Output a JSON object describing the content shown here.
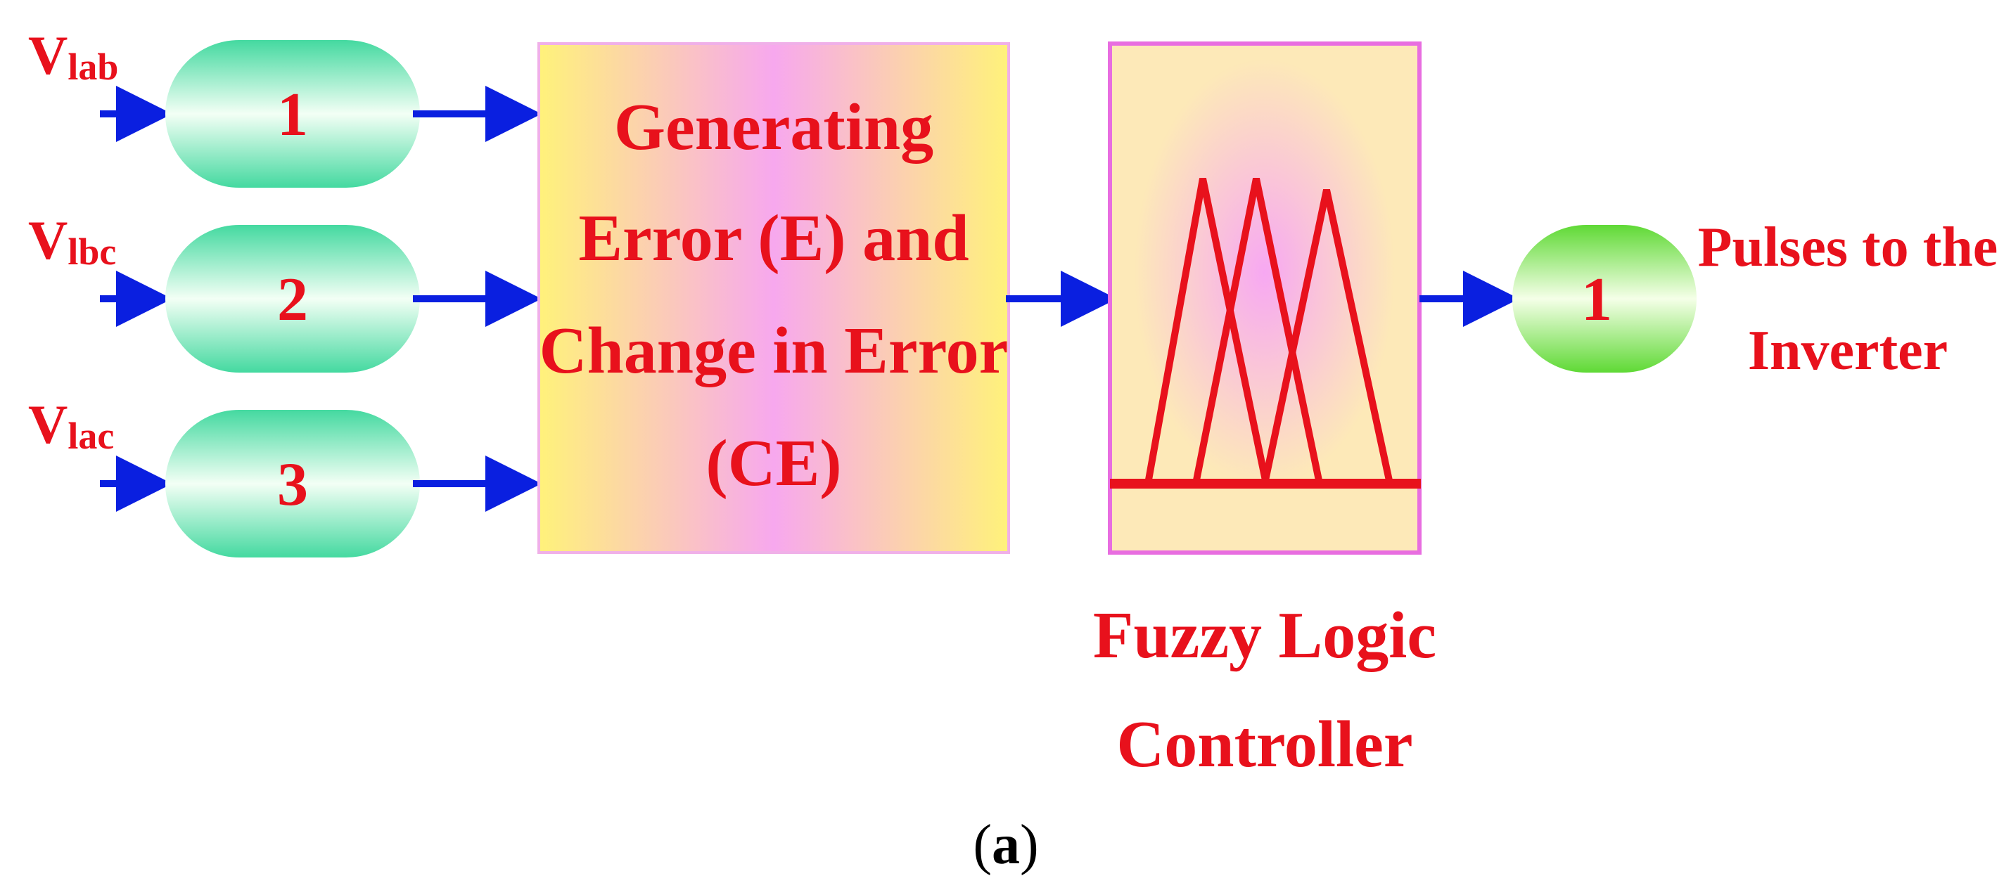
{
  "inputs": [
    {
      "main": "V",
      "sub": "lab",
      "port": "1"
    },
    {
      "main": "V",
      "sub": "lbc",
      "port": "2"
    },
    {
      "main": "V",
      "sub": "lac",
      "port": "3"
    }
  ],
  "error_block": {
    "lines": [
      "Generating",
      "Error (E) and",
      "Change in Error",
      "(CE)"
    ]
  },
  "flc_block": {
    "title_lines": [
      "Fuzzy Logic",
      "Controller"
    ]
  },
  "output": {
    "port": "1",
    "label_lines": [
      "Pulses to the",
      "Inverter"
    ]
  },
  "caption": {
    "open": "(",
    "letter": "a",
    "close": ")"
  },
  "colors": {
    "text": "#e8111c",
    "arrow": "#0a1fe0",
    "input_port": "#5fe8b0",
    "output_port": "#77e04a",
    "error_block_edge": "#fff27a",
    "error_block_center": "#f7a8ee",
    "flc_block_fill": "#fde9b8",
    "flc_border": "#e86de0",
    "membership": "#e8111c"
  }
}
